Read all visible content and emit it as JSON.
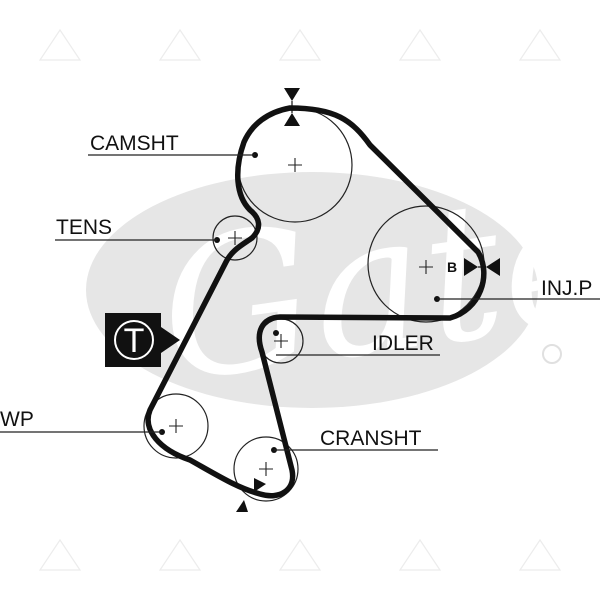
{
  "labels": {
    "camshaft": "CAMSHT",
    "tensioner": "TENS",
    "injection_pump": "INJ.P",
    "idler": "IDLER",
    "water_pump": "WP",
    "crankshaft": "CRANSHT",
    "timing_mark": "B",
    "tension_symbol": "T"
  },
  "colors": {
    "belt": "#111111",
    "watermark": "#e6e6e6"
  }
}
